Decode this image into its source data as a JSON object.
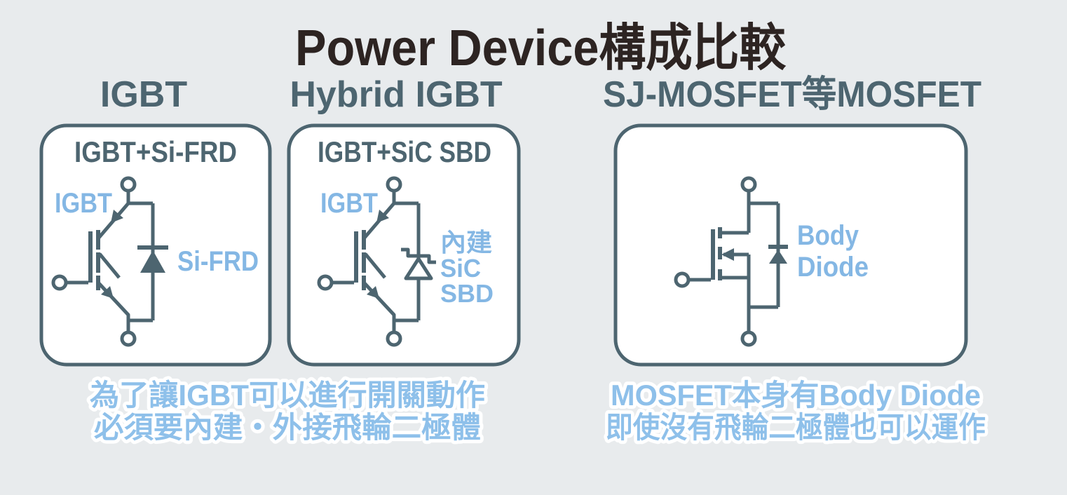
{
  "title": "Power Device構成比較",
  "colors": {
    "background": "#e8ebed",
    "panel_fill": "#ffffff",
    "stroke_slate": "#4d6570",
    "title_dark": "#2d2422",
    "label_blue": "#84b7e4",
    "caption_blue": "#8ec0ea",
    "caption_outline": "#ffffff"
  },
  "headers": {
    "igbt": "IGBT",
    "hybrid": "Hybrid IGBT",
    "mosfet": "SJ-MOSFET等MOSFET"
  },
  "panel_igbt": {
    "box_title": "IGBT+Si-FRD",
    "device_label": "IGBT",
    "diode_label": "Si-FRD"
  },
  "panel_hybrid": {
    "box_title": "IGBT+SiC SBD",
    "device_label": "IGBT",
    "diode_label_line1": "內建",
    "diode_label_line2": "SiC",
    "diode_label_line3": "SBD"
  },
  "panel_mosfet": {
    "diode_label_line1": "Body",
    "diode_label_line2": "Diode"
  },
  "captions": {
    "igbt_line1": "為了讓IGBT可以進行開關動作",
    "igbt_line2": "必須要內建・外接飛輪二極體",
    "mosfet_line1": "MOSFET本身有Body Diode",
    "mosfet_line2": "即使沒有飛輪二極體也可以運作"
  }
}
